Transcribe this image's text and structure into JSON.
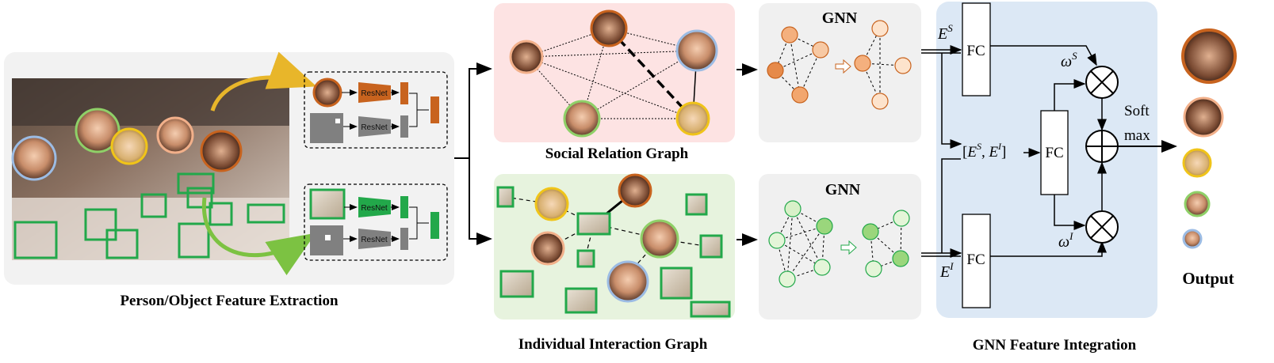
{
  "sections": {
    "extraction": "Person/Object Feature Extraction",
    "social_graph": "Social Relation Graph",
    "interaction_graph": "Individual Interaction Graph",
    "integration": "GNN Feature Integration",
    "output": "Output"
  },
  "modules": {
    "gnn_top": "GNN",
    "gnn_bottom": "GNN",
    "resnet_1": "ResNet",
    "resnet_2": "ResNet",
    "resnet_3": "ResNet",
    "resnet_4": "ResNet",
    "fc_top": "FC",
    "fc_mid": "FC",
    "fc_bottom": "FC",
    "softmax_1": "Soft",
    "softmax_2": "max"
  },
  "symbols": {
    "E": "E",
    "sup_S": "S",
    "sup_I": "I",
    "omega": "ω",
    "concat_open": "[",
    "concat_comma": ", ",
    "concat_close": "]"
  },
  "colors": {
    "orange": "#c8631e",
    "green": "#22a84a",
    "blue": "#7fa8d8",
    "yellow": "#f0c419",
    "light_green": "#8fd068",
    "social_bg": "#fde3e3",
    "interaction_bg": "#e7f3de",
    "integration_bg": "#dce8f5",
    "panel_bg": "#f2f2f2"
  }
}
